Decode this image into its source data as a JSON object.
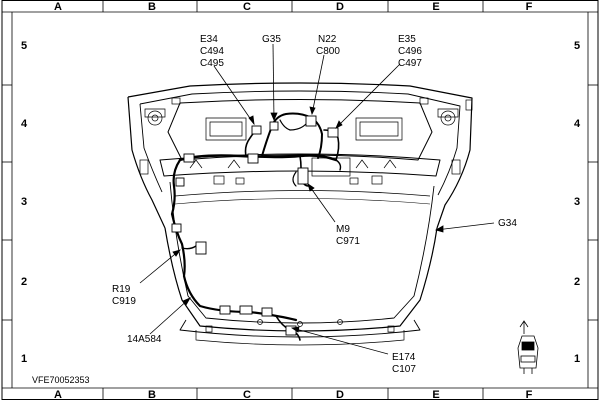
{
  "grid": {
    "columns": [
      "A",
      "B",
      "C",
      "D",
      "E",
      "F"
    ],
    "rows": [
      "5",
      "4",
      "3",
      "2",
      "1"
    ]
  },
  "reference_code": "VFE70052353",
  "callouts": {
    "e34": [
      "E34",
      "C494",
      "C495"
    ],
    "g35": [
      "G35"
    ],
    "n22": [
      "N22",
      "C800"
    ],
    "e35": [
      "E35",
      "C496",
      "C497"
    ],
    "g34": [
      "G34"
    ],
    "m9": [
      "M9",
      "C971"
    ],
    "r19": [
      "R19",
      "C919"
    ],
    "harness": [
      "14A584"
    ],
    "e174": [
      "E174",
      "C107"
    ]
  },
  "icons": {
    "orientation": "vehicle-orientation-icon"
  }
}
